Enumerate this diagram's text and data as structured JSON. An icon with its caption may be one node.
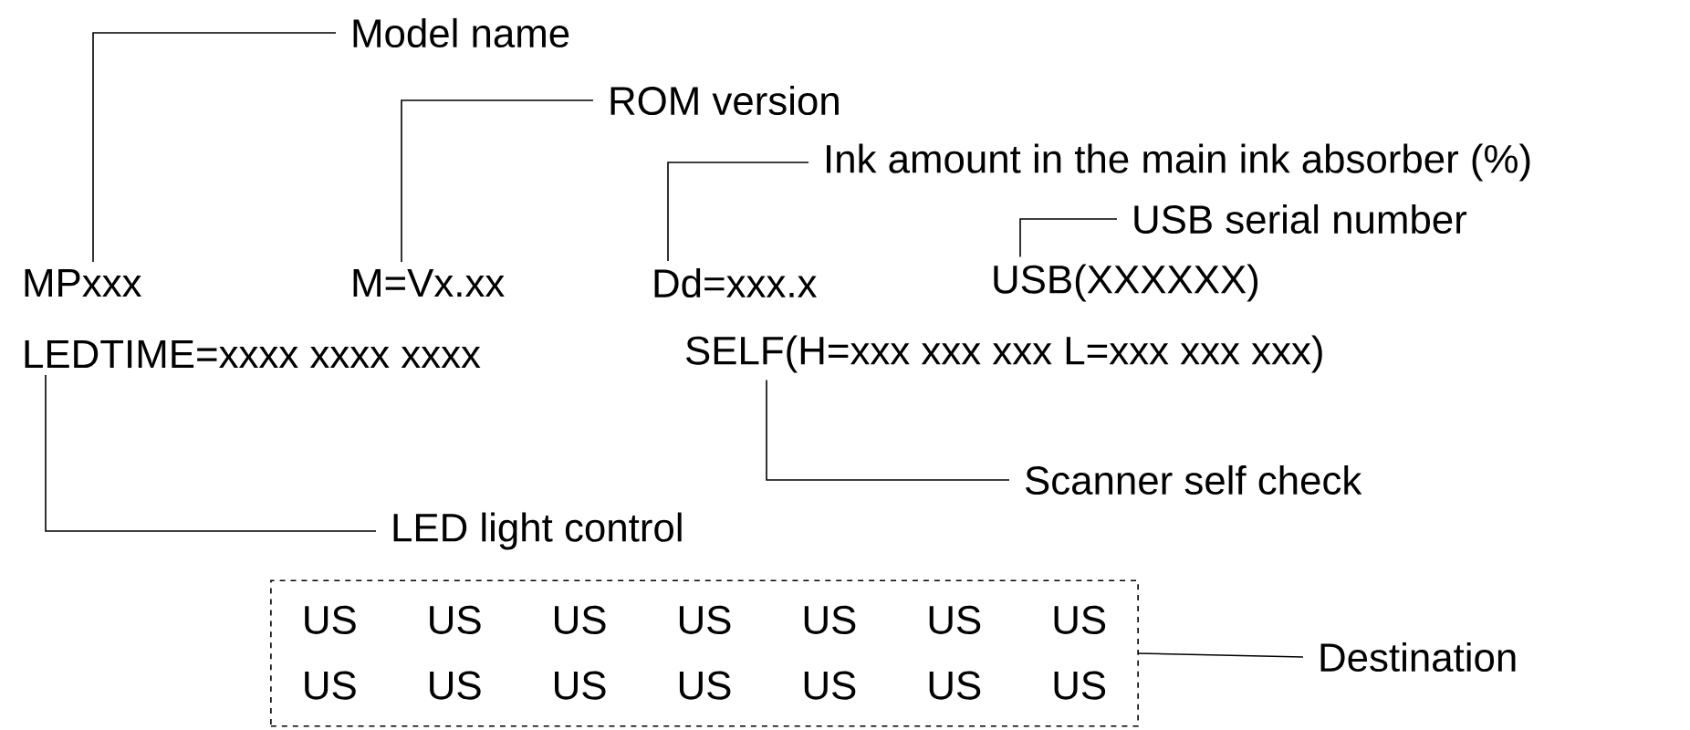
{
  "diagram": {
    "nodes": [
      {
        "text": [
          "Model name"
        ]
      },
      {
        "text": [
          "ROM version"
        ]
      },
      {
        "text": [
          "Ink amount in the main ink absorber (%)"
        ]
      },
      {
        "text": [
          "USB serial number"
        ]
      },
      {
        "text": [
          "MPxxx"
        ]
      },
      {
        "text": [
          "M=Vx.xx"
        ]
      },
      {
        "text": [
          "Dd=xxx.x"
        ]
      },
      {
        "text": [
          "USB(XXXXXX)"
        ]
      },
      {
        "text": [
          "LEDTIME=xxxx xxxx xxxx"
        ]
      },
      {
        "text": [
          "SELF(H=xxx xxx xxx L=xxx xxx xxx)"
        ]
      },
      {
        "text": [
          "Scanner self check"
        ]
      },
      {
        "text": [
          "LED light control"
        ]
      },
      {
        "text": [
          "US",
          "US",
          "US",
          "US",
          "US",
          "US",
          "US",
          "US",
          "US",
          "US",
          "US",
          "US",
          "US",
          "US"
        ]
      },
      {
        "text": [
          "Destination"
        ]
      }
    ],
    "edges": [
      {
        "from": 0,
        "to": 4,
        "arrow": "none"
      },
      {
        "from": 1,
        "to": 5,
        "arrow": "none"
      },
      {
        "from": 2,
        "to": 6,
        "arrow": "none"
      },
      {
        "from": 3,
        "to": 7,
        "arrow": "none"
      },
      {
        "from": 10,
        "to": 9,
        "arrow": "none"
      },
      {
        "from": 11,
        "to": 8,
        "arrow": "none"
      },
      {
        "from": 13,
        "to": 12,
        "arrow": "none"
      }
    ]
  }
}
